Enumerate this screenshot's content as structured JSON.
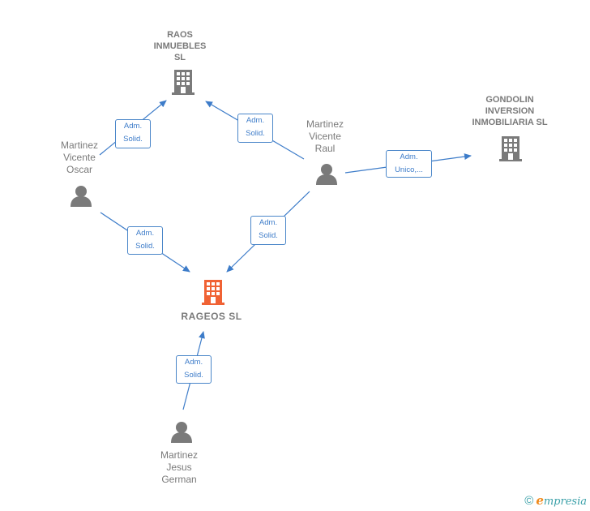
{
  "colors": {
    "edge": "#3d7cc9",
    "person": "#7a7a7a",
    "company": "#7a7a7a",
    "main_company": "#f06234"
  },
  "companies": {
    "raos": {
      "label": "RAOS\nINMUEBLES\nSL",
      "icon": "building-icon"
    },
    "gondolin": {
      "label": "GONDOLIN\nINVERSION\nINMOBILIARIA SL",
      "icon": "building-icon"
    },
    "rageos": {
      "label": "RAGEOS  SL",
      "icon": "building-icon"
    }
  },
  "persons": {
    "oscar": {
      "label": "Martinez\nVicente\nOscar",
      "icon": "person-icon"
    },
    "raul": {
      "label": "Martinez\nVicente\nRaul",
      "icon": "person-icon"
    },
    "german": {
      "label": "Martinez\nJesus\nGerman",
      "icon": "person-icon"
    }
  },
  "edges": {
    "oscar_raos": "Adm.\nSolid.",
    "raul_raos": "Adm.\nSolid.",
    "raul_gondolin": "Adm.\nUnico,...",
    "oscar_rageos": "Adm.\nSolid.",
    "raul_rageos": "Adm.\nSolid.",
    "german_rageos": "Adm.\nSolid."
  },
  "footer": {
    "copyright": "©",
    "brand_initial": "e",
    "brand_rest": "mpresia"
  }
}
